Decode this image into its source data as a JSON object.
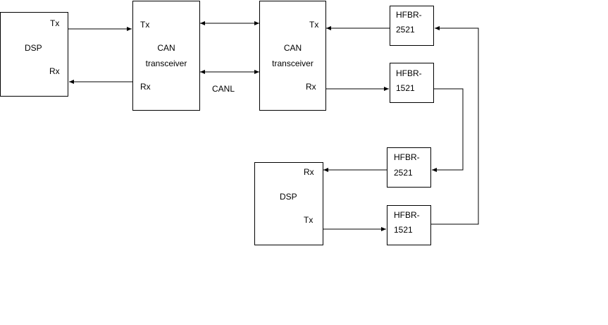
{
  "dsp1": {
    "title": "DSP",
    "tx": "Tx",
    "rx": "Rx"
  },
  "can1": {
    "line1": "CAN",
    "line2": "transceiver",
    "tx": "Tx",
    "rx": "Rx"
  },
  "can2": {
    "line1": "CAN",
    "line2": "transceiver",
    "tx": "Tx",
    "rx": "Rx"
  },
  "bus_label": "CANL",
  "hfbr_top_1": {
    "line1": "HFBR-",
    "line2": "2521"
  },
  "hfbr_top_2": {
    "line1": "HFBR-",
    "line2": "1521"
  },
  "hfbr_bot_1": {
    "line1": "HFBR-",
    "line2": "2521"
  },
  "hfbr_bot_2": {
    "line1": "HFBR-",
    "line2": "1521"
  },
  "dsp2": {
    "title": "DSP",
    "tx": "Tx",
    "rx": "Rx"
  }
}
